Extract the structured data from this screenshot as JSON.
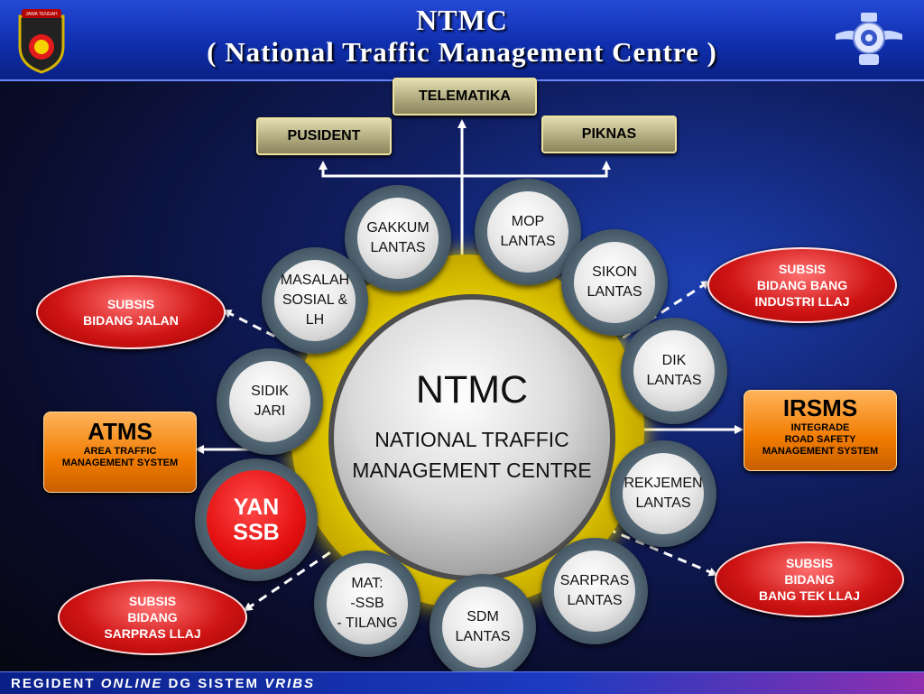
{
  "header": {
    "title": "NTMC",
    "subtitle": "( National Traffic Management Centre )",
    "logo_left_text": "JAWA TENGAH"
  },
  "footer": {
    "text_a": "REGIDENT ",
    "text_b": "ONLINE",
    "text_c": " DG SISTEM ",
    "text_d": "VRIBS"
  },
  "center": {
    "title": "NTMC",
    "subtitle": "NATIONAL TRAFFIC\nMANAGEMENT CENTRE"
  },
  "top_boxes": {
    "telematika": "TELEMATIKA",
    "pusident": "PUSIDENT",
    "piknas": "PIKNAS"
  },
  "nodes": {
    "gakkum": "GAKKUM\nLANTAS",
    "mop": "MOP\nLANTAS",
    "sikon": "SIKON\nLANTAS",
    "dik": "DIK\nLANTAS",
    "rekjemen": "REKJEMEN\nLANTAS",
    "sarpras": "SARPRAS\nLANTAS",
    "sdm": "SDM\nLANTAS",
    "mat": "MAT:\n-SSB\n- TILANG",
    "yanssb": "YAN\nSSB",
    "sidik": "SIDIK\nJARI",
    "masalah": "MASALAH\nSOSIAL &\nLH"
  },
  "atms": {
    "title": "ATMS",
    "desc": "AREA TRAFFIC\nMANAGEMENT SYSTEM"
  },
  "irsms": {
    "title": "IRSMS",
    "desc": "INTEGRADE\nROAD SAFETY\nMANAGEMENT SYSTEM"
  },
  "ovals": {
    "jalan": "SUBSIS\nBIDANG JALAN",
    "industri": "SUBSIS\nBIDANG BANG\nINDUSTRI LLAJ",
    "sarpras": "SUBSIS\nBIDANG\nSARPRAS LLAJ",
    "tek": "SUBSIS\nBIDANG\nBANG TEK LLAJ"
  },
  "colors": {
    "accent_gold": "#e6cf00",
    "node_red": "#e41010",
    "oval_red": "#d01515",
    "box_orange": "#f07b00"
  }
}
